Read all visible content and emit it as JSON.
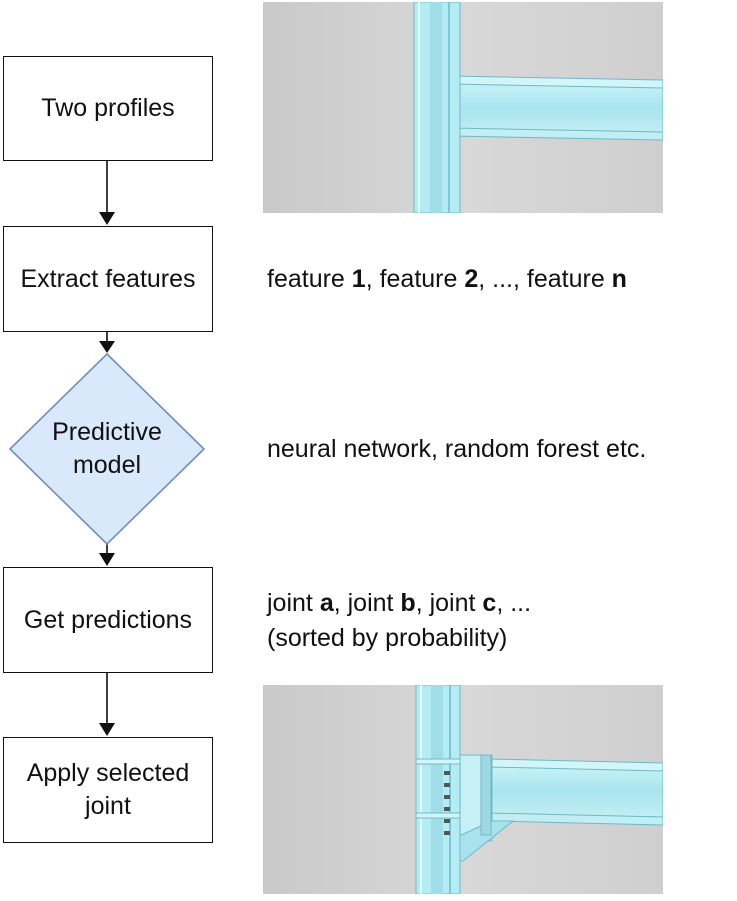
{
  "flow": {
    "steps": [
      {
        "label": "Two profiles"
      },
      {
        "label": "Extract features"
      },
      {
        "label": "Predictive\nmodel"
      },
      {
        "label": "Get predictions"
      },
      {
        "label": "Apply selected\njoint"
      }
    ]
  },
  "notes": {
    "features": [
      {
        "text": "feature ",
        "bold": false
      },
      {
        "text": "1",
        "bold": true
      },
      {
        "text": ", feature ",
        "bold": false
      },
      {
        "text": "2",
        "bold": true
      },
      {
        "text": ", ..., feature ",
        "bold": false
      },
      {
        "text": "n",
        "bold": true
      }
    ],
    "models": "neural network, random forest etc.",
    "predictions_line1": [
      {
        "text": "joint ",
        "bold": false
      },
      {
        "text": "a",
        "bold": true
      },
      {
        "text": ", joint ",
        "bold": false
      },
      {
        "text": "b",
        "bold": true
      },
      {
        "text": ", joint ",
        "bold": false
      },
      {
        "text": "c",
        "bold": true
      },
      {
        "text": ", ...",
        "bold": false
      }
    ],
    "predictions_line2": "(sorted by probability)"
  },
  "colors": {
    "diamond_fill": "#dae8fc",
    "diamond_stroke": "#6c8ebf",
    "steel": "#b4ecf4",
    "steel_dark": "#6fb9c6",
    "backdrop": "#cfcfcf"
  }
}
